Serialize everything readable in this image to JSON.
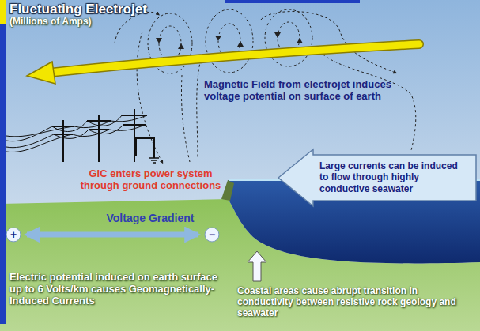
{
  "diagram": {
    "title": "Fluctuating Electrojet",
    "nodes": [
      {
        "text": [
          "Large currents can be induced to flow through highly conductive seawater"
        ]
      }
    ],
    "labels": [
      "(Millions of Amps)",
      "Magnetic Field from electrojet induces voltage potential on surface of earth",
      "GIC enters power system through ground connections",
      "Voltage Gradient",
      "+",
      "−",
      "Electric potential induced on earth surface up to 6 Volts/km causes Geomagnetically-Induced Currents",
      "Coastal areas cause abrupt transition in conductivity between resistive rock geology and seawater"
    ]
  }
}
